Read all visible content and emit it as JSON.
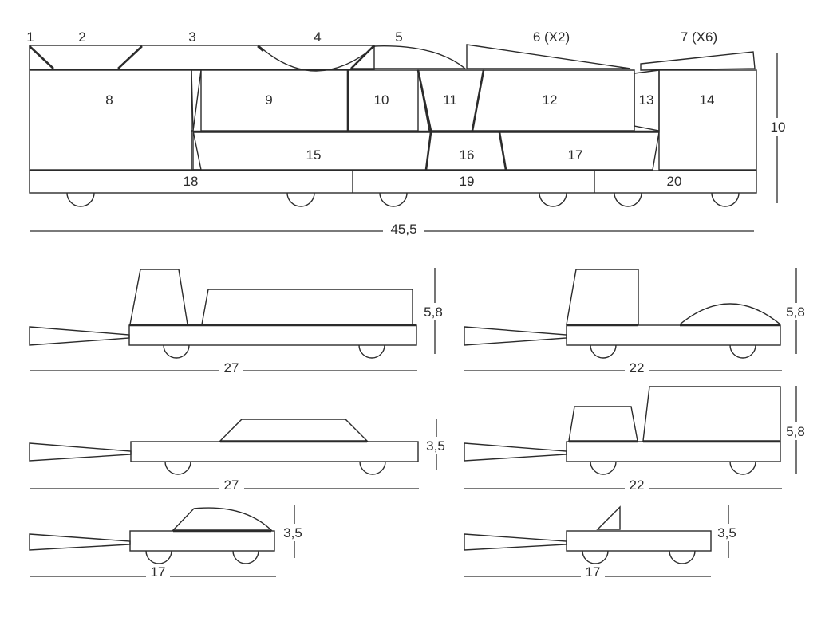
{
  "parts_plan": {
    "part_labels": [
      "1",
      "2",
      "3",
      "4",
      "5",
      "6 (X2)",
      "7 (X6)",
      "8",
      "9",
      "10",
      "11",
      "12",
      "13",
      "14",
      "15",
      "16",
      "17",
      "18",
      "19",
      "20"
    ],
    "overall_length": "45,5",
    "overall_height": "10"
  },
  "vehicles": [
    {
      "id": "truck-blocks",
      "length": "27",
      "height": "5,8"
    },
    {
      "id": "truck-dome",
      "length": "22",
      "height": "5,8"
    },
    {
      "id": "car-trapezoid",
      "length": "27",
      "height": "3,5"
    },
    {
      "id": "truck-box",
      "length": "22",
      "height": "5,8"
    },
    {
      "id": "car-dome",
      "length": "17",
      "height": "3,5"
    },
    {
      "id": "car-triangle",
      "length": "17",
      "height": "3,5"
    }
  ]
}
